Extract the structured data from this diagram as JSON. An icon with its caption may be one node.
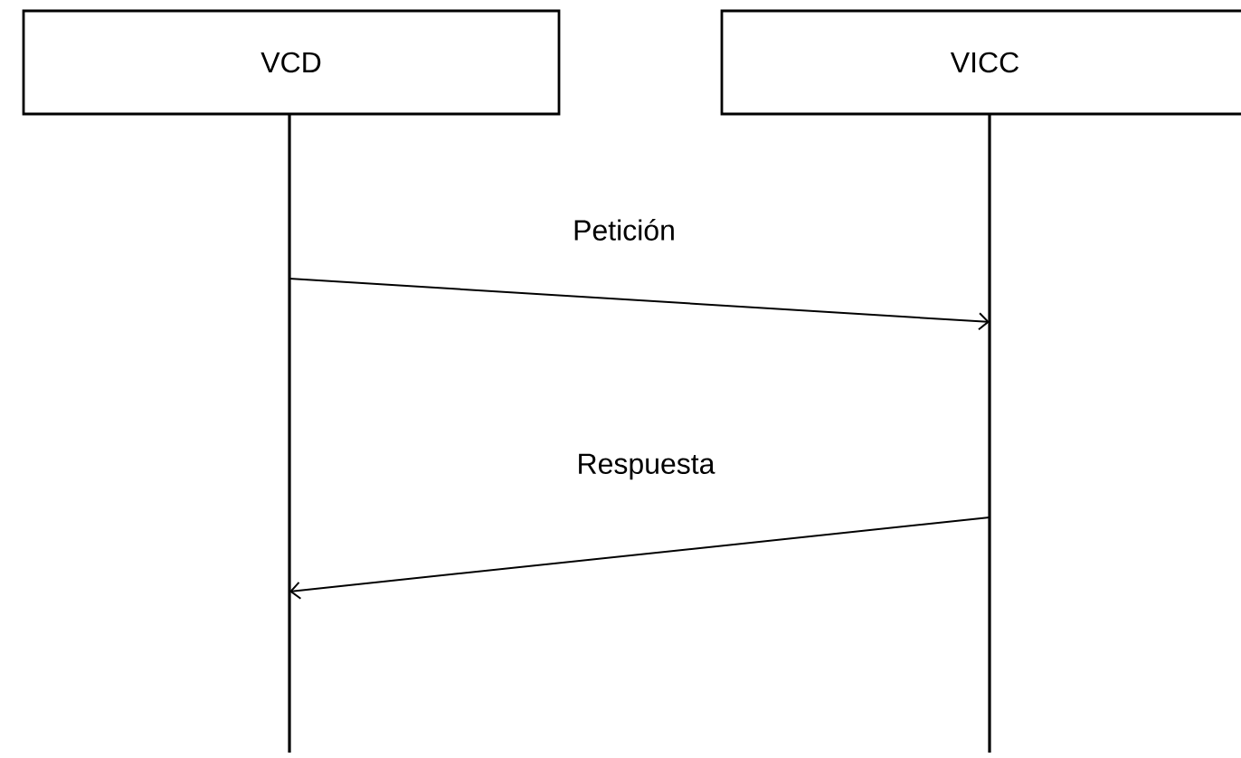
{
  "diagram": {
    "nodes": [
      {
        "text": [
          "VCD"
        ]
      },
      {
        "text": [
          "VICC"
        ]
      },
      {
        "text": [],
        "shape": "bar"
      },
      {
        "text": [],
        "shape": "bar"
      }
    ],
    "edges": [
      {
        "from": 2,
        "to": 3,
        "arrow": "to",
        "label": "Petición"
      },
      {
        "from": 3,
        "to": 2,
        "arrow": "to",
        "label": "Respuesta"
      }
    ]
  }
}
